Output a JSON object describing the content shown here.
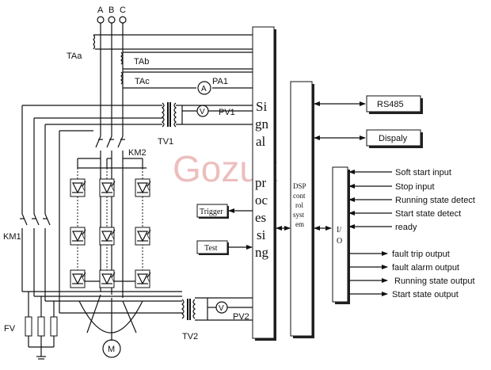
{
  "phases": [
    "A",
    "B",
    "C"
  ],
  "ct_labels": {
    "a": "TAa",
    "b": "TAb",
    "c": "TAc"
  },
  "ammeter": {
    "symbol": "A",
    "label": "PA1"
  },
  "voltmeter1": {
    "symbol": "V",
    "label": "PV1"
  },
  "voltmeter2": {
    "symbol": "V",
    "label": "PV2"
  },
  "tv1": "TV1",
  "tv2": "TV2",
  "km1": "KM1",
  "km2": "KM2",
  "fv": "FV",
  "motor": "M",
  "signal_processing": [
    "Si",
    "gn",
    "al",
    "pr",
    "oc",
    "es",
    "si",
    "ng"
  ],
  "dsp": [
    "DSP",
    "cont",
    "rol",
    "syst",
    "em"
  ],
  "io": [
    "I/",
    "O"
  ],
  "rs485": "RS485",
  "display": "Dispaly",
  "trigger": "Trigger",
  "test": "Test",
  "watermark": "Gozuk",
  "io_inputs": [
    "Soft start input",
    "Stop input",
    "Running state detect",
    "Start state detect",
    "ready"
  ],
  "io_outputs": [
    "fault trip output",
    "fault alarm output",
    "Running state output",
    "Start state output"
  ]
}
